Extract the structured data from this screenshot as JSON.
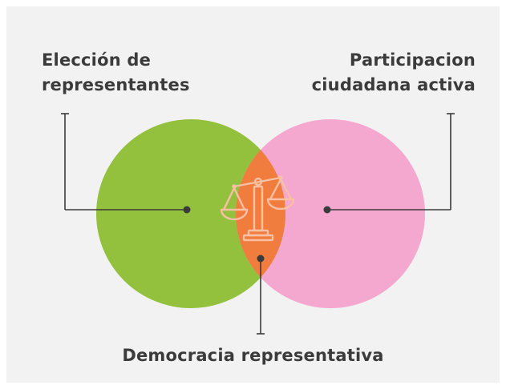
{
  "labels": {
    "left": "Elección de\nrepresentantes",
    "right": "Participacion\nciudadana activa",
    "bottom": "Democracia representativa"
  },
  "colors": {
    "background": "#f2f2f2",
    "left_circle": "#93c13e",
    "right_circle": "#f4a8cf",
    "intersection": "#f07c3e",
    "icon_stroke": "#f9c0a3",
    "connector": "#3b3b3b",
    "text": "#3b3b3b"
  },
  "icons": {
    "intersection": "balance-scale-icon"
  }
}
